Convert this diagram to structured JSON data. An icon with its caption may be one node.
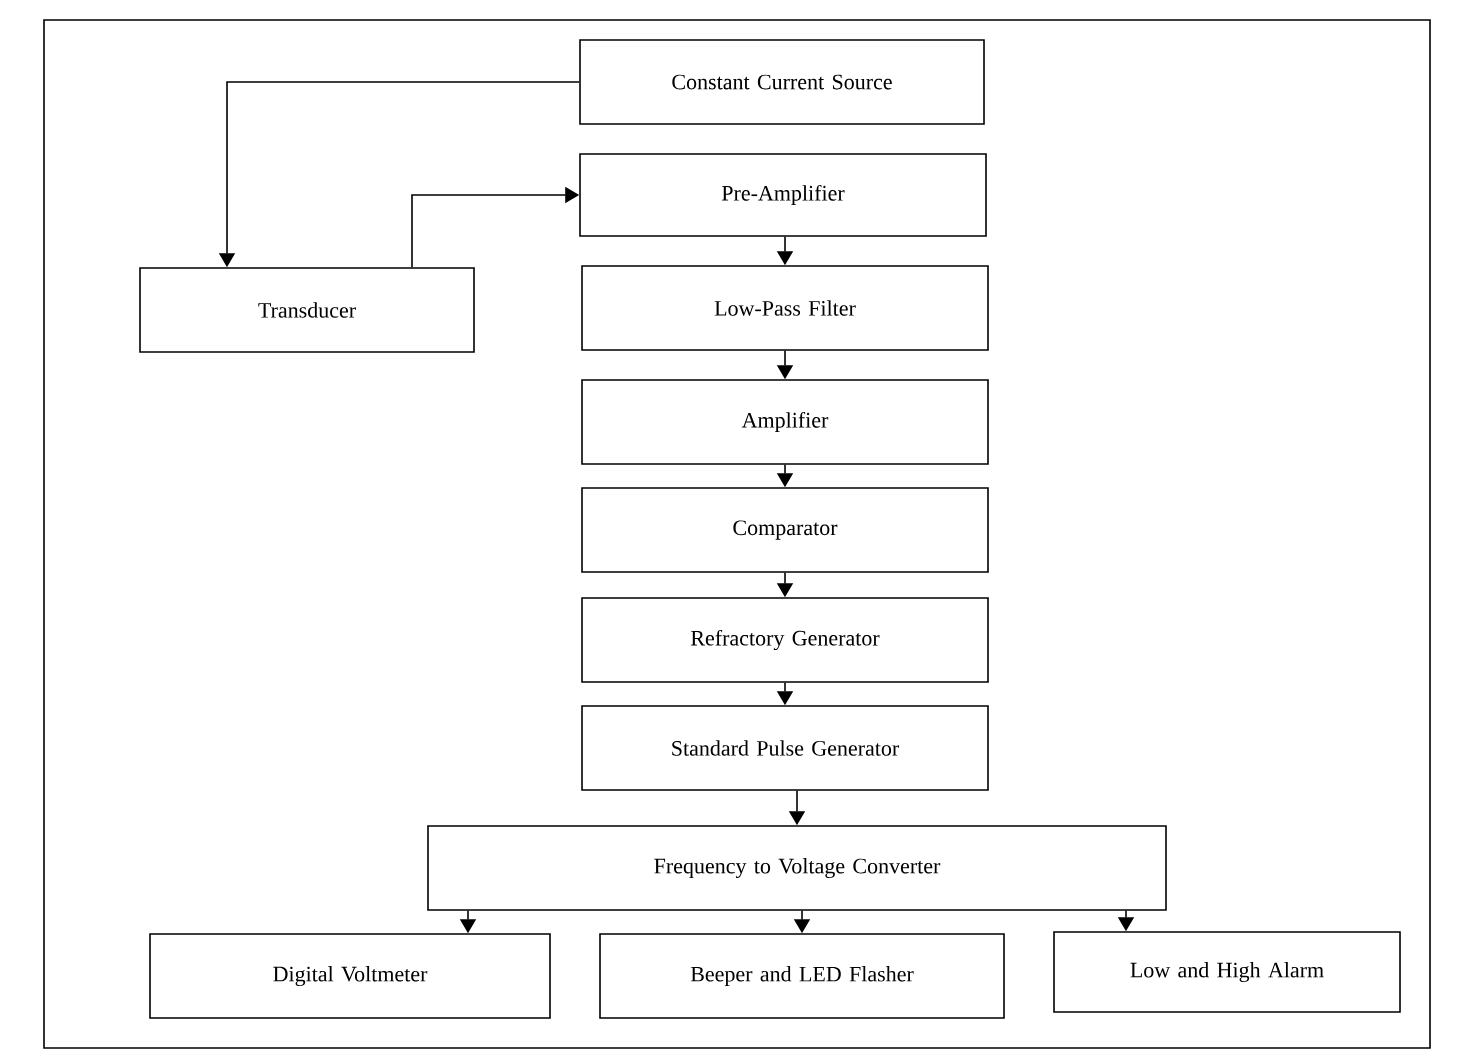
{
  "diagram": {
    "nodes": [
      {
        "text": [
          "Constant Current Source"
        ]
      },
      {
        "text": [
          "Pre-Amplifier"
        ]
      },
      {
        "text": [
          "Transducer"
        ]
      },
      {
        "text": [
          "Low-Pass Filter"
        ]
      },
      {
        "text": [
          "Amplifier"
        ]
      },
      {
        "text": [
          "Comparator"
        ]
      },
      {
        "text": [
          "Refractory Generator"
        ]
      },
      {
        "text": [
          "Standard Pulse Generator"
        ]
      },
      {
        "text": [
          "Frequency to Voltage Converter"
        ]
      },
      {
        "text": [
          "Digital Voltmeter"
        ]
      },
      {
        "text": [
          "Beeper and LED Flasher"
        ]
      },
      {
        "text": [
          "Low and High Alarm"
        ]
      }
    ],
    "edges": [
      {
        "from": 0,
        "to": 2,
        "arrow": "to"
      },
      {
        "from": 2,
        "to": 1,
        "arrow": "to"
      },
      {
        "from": 1,
        "to": 3,
        "arrow": "to"
      },
      {
        "from": 3,
        "to": 4,
        "arrow": "to"
      },
      {
        "from": 4,
        "to": 5,
        "arrow": "to"
      },
      {
        "from": 5,
        "to": 6,
        "arrow": "to"
      },
      {
        "from": 6,
        "to": 7,
        "arrow": "to"
      },
      {
        "from": 7,
        "to": 8,
        "arrow": "to"
      },
      {
        "from": 8,
        "to": 9,
        "arrow": "to"
      },
      {
        "from": 8,
        "to": 10,
        "arrow": "to"
      },
      {
        "from": 8,
        "to": 11,
        "arrow": "to"
      }
    ]
  }
}
